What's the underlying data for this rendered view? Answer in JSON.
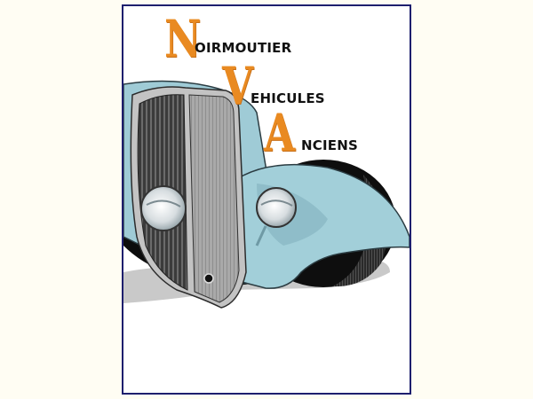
{
  "poster": {
    "title_lines": [
      {
        "initial": "N",
        "rest": "OIRMOUTIER"
      },
      {
        "initial": "V",
        "rest": "EHICULES"
      },
      {
        "initial": "A",
        "rest": "NCIENS"
      }
    ],
    "illustration": "vintage-car-front-grille-headlamps-fender",
    "colors": {
      "page_background": "#fffdf3",
      "frame_border": "#1e1f6e",
      "initial_orange": "#e98a21",
      "text_black": "#111111",
      "car_body_blue": "#9fcbd6",
      "grille_dark": "#3a3a3a",
      "tyre_black": "#101010",
      "shadow_grey": "#c8c8c8"
    }
  }
}
